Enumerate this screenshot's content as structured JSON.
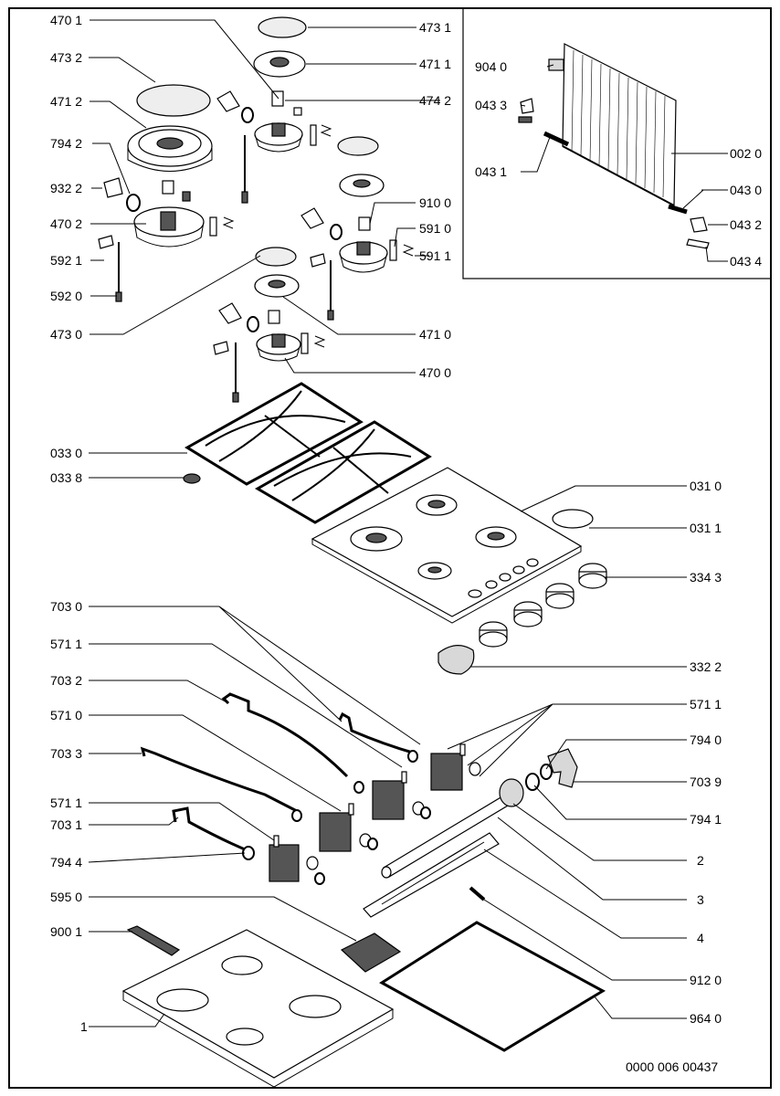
{
  "doc_id": "0000 006 00437",
  "callouts": {
    "c4701": "470 1",
    "c4732": "473 2",
    "c4712": "471 2",
    "c7942": "794 2",
    "c9322": "932 2",
    "c4702": "470 2",
    "c5921": "592 1",
    "c5920": "592 0",
    "c4730": "473 0",
    "c4731": "473 1",
    "c4711": "471 1",
    "c4742": "474 2",
    "c9100": "910 0",
    "c5910": "591 0",
    "c5911": "591 1",
    "c4710": "471 0",
    "c4700": "470 0",
    "c9040": "904 0",
    "c0433": "043 3",
    "c0431": "043 1",
    "c0020": "002 0",
    "c0430": "043 0",
    "c0432": "043 2",
    "c0434": "043 4",
    "c0330": "033 0",
    "c0338": "033 8",
    "c0310": "031 0",
    "c0311": "031 1",
    "c3343": "334 3",
    "c3322": "332 2",
    "c7030": "703 0",
    "c5711a": "571 1",
    "c7032": "703 2",
    "c5710": "571 0",
    "c7033": "703 3",
    "c5711b": "571 1",
    "c7031": "703 1",
    "c7944": "794 4",
    "c5711r": "571 1",
    "c7940": "794 0",
    "c7039": "703 9",
    "c7941": "794 1",
    "c2": "2",
    "c3": "3",
    "c4": "4",
    "c5950": "595 0",
    "c9001": "900 1",
    "c1": "1",
    "c9120": "912 0",
    "c9640": "964 0"
  }
}
